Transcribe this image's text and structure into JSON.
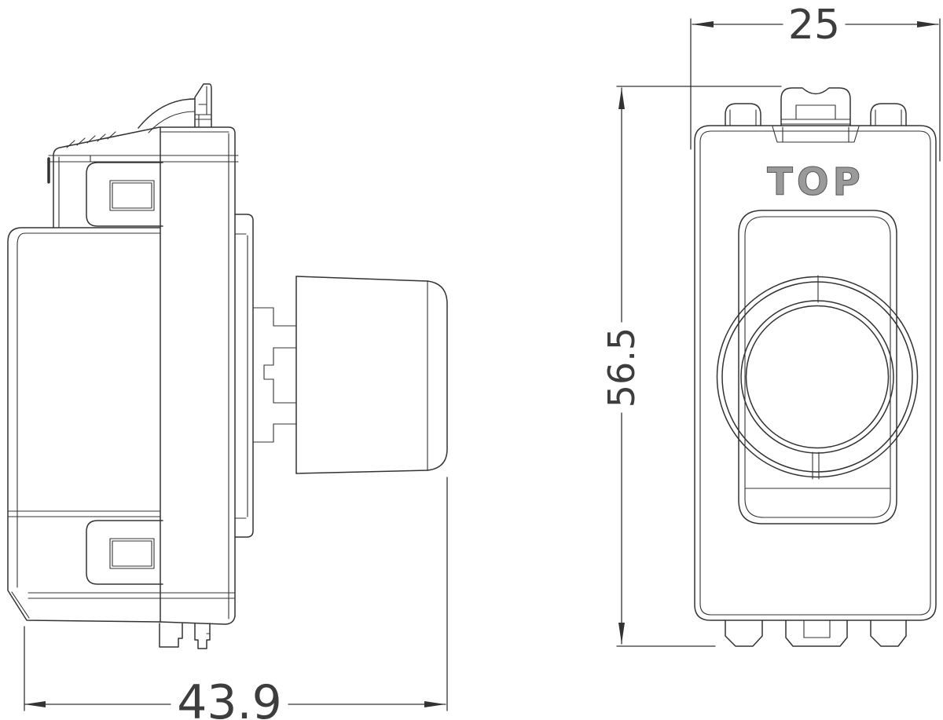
{
  "drawing": {
    "marking": "TOP",
    "dimensions": {
      "width": "25",
      "height": "56.5",
      "depth": "43.9"
    },
    "colors": {
      "line": "#333333",
      "dimension_text": "#3d3d3d",
      "marking_fill": "#9a9a9a",
      "marking_outline": "#555555",
      "background": "#ffffff"
    }
  }
}
